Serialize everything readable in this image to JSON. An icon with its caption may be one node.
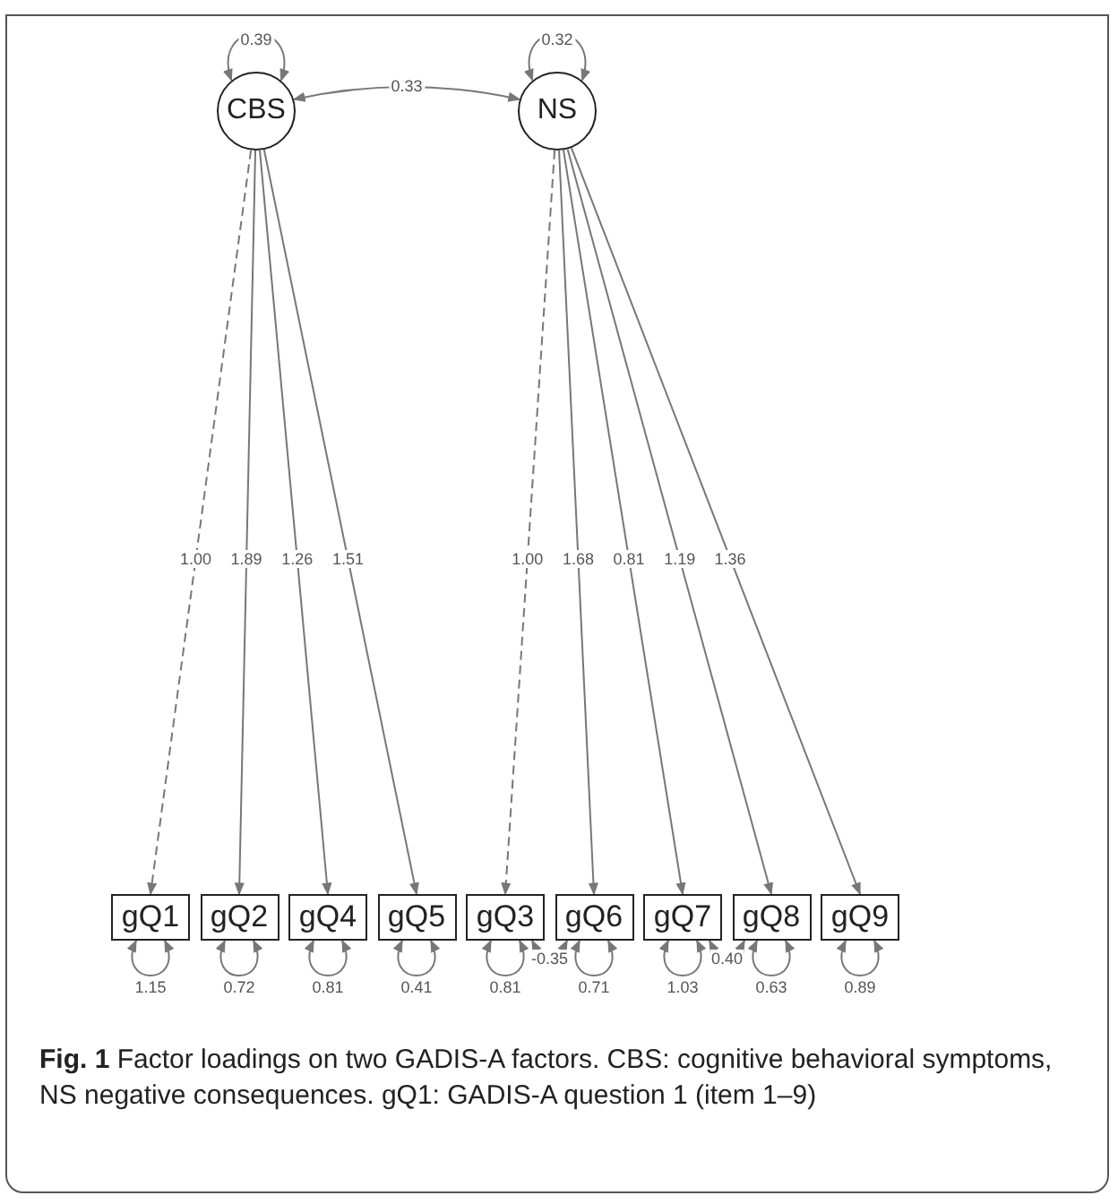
{
  "diagram": {
    "caption": "**Fig. 1** Factor loadings on two GADIS-A factors. CBS: cognitive behavioral symptoms, NS negative consequences. gQ1: GADIS-A question 1 (item 1–9)",
    "nodes": [
      {
        "text": [
          "CBS"
        ]
      },
      {
        "text": [
          "NS"
        ]
      },
      {
        "text": [
          "gQ1"
        ]
      },
      {
        "text": [
          "gQ2"
        ]
      },
      {
        "text": [
          "gQ4"
        ]
      },
      {
        "text": [
          "gQ5"
        ]
      },
      {
        "text": [
          "gQ3"
        ]
      },
      {
        "text": [
          "gQ6"
        ]
      },
      {
        "text": [
          "gQ7"
        ]
      },
      {
        "text": [
          "gQ8"
        ]
      },
      {
        "text": [
          "gQ9"
        ]
      }
    ],
    "edges": [
      {
        "from": 0,
        "to": 0,
        "arrow": "both",
        "label": "0.39"
      },
      {
        "from": 1,
        "to": 1,
        "arrow": "both",
        "label": "0.32"
      },
      {
        "from": 0,
        "to": 1,
        "arrow": "both",
        "label": "0.33"
      },
      {
        "from": 0,
        "to": 2,
        "arrow": "to",
        "label": "1.00",
        "style": "dashed"
      },
      {
        "from": 0,
        "to": 3,
        "arrow": "to",
        "label": "1.89"
      },
      {
        "from": 0,
        "to": 4,
        "arrow": "to",
        "label": "1.26"
      },
      {
        "from": 0,
        "to": 5,
        "arrow": "to",
        "label": "1.51"
      },
      {
        "from": 1,
        "to": 6,
        "arrow": "to",
        "label": "1.00",
        "style": "dashed"
      },
      {
        "from": 1,
        "to": 7,
        "arrow": "to",
        "label": "1.68"
      },
      {
        "from": 1,
        "to": 8,
        "arrow": "to",
        "label": "0.81"
      },
      {
        "from": 1,
        "to": 9,
        "arrow": "to",
        "label": "1.19"
      },
      {
        "from": 1,
        "to": 10,
        "arrow": "to",
        "label": "1.36"
      },
      {
        "from": 2,
        "to": 2,
        "arrow": "both",
        "label": "1.15"
      },
      {
        "from": 3,
        "to": 3,
        "arrow": "both",
        "label": "0.72"
      },
      {
        "from": 4,
        "to": 4,
        "arrow": "both",
        "label": "0.81"
      },
      {
        "from": 5,
        "to": 5,
        "arrow": "both",
        "label": "0.41"
      },
      {
        "from": 6,
        "to": 6,
        "arrow": "both",
        "label": "0.81"
      },
      {
        "from": 7,
        "to": 7,
        "arrow": "both",
        "label": "0.71"
      },
      {
        "from": 8,
        "to": 8,
        "arrow": "both",
        "label": "1.03"
      },
      {
        "from": 9,
        "to": 9,
        "arrow": "both",
        "label": "0.63"
      },
      {
        "from": 10,
        "to": 10,
        "arrow": "both",
        "label": "0.89"
      },
      {
        "from": 6,
        "to": 7,
        "arrow": "both",
        "label": "-0.35"
      },
      {
        "from": 8,
        "to": 9,
        "arrow": "both",
        "label": "0.40"
      }
    ]
  }
}
